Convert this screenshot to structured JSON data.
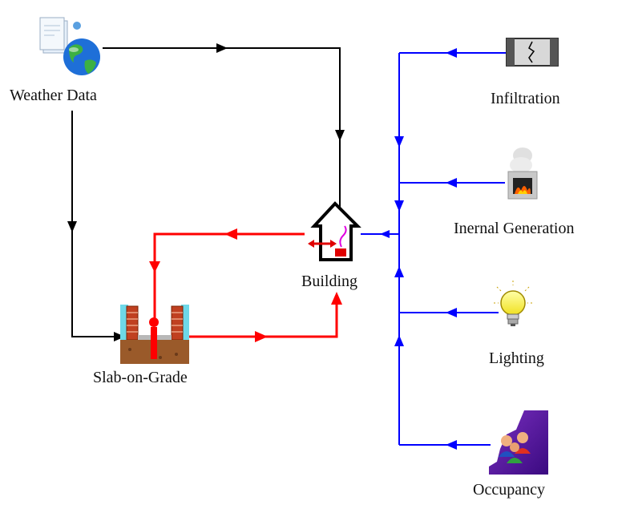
{
  "nodes": {
    "weather": {
      "label": "Weather Data",
      "icon": "weather-globe-icon"
    },
    "building": {
      "label": "Building",
      "icon": "house-icon"
    },
    "slab": {
      "label": "Slab-on-Grade",
      "icon": "slab-foundation-icon"
    },
    "infiltration": {
      "label": "Infiltration",
      "icon": "infiltration-window-icon"
    },
    "internal_generation": {
      "label": "Inernal Generation",
      "icon": "fireplace-icon"
    },
    "lighting": {
      "label": "Lighting",
      "icon": "light-bulb-icon"
    },
    "occupancy": {
      "label": "Occupancy",
      "icon": "people-icon"
    }
  },
  "colors": {
    "weather_link": "#000000",
    "thermal_link": "#ff0000",
    "gains_link": "#0000ff"
  }
}
